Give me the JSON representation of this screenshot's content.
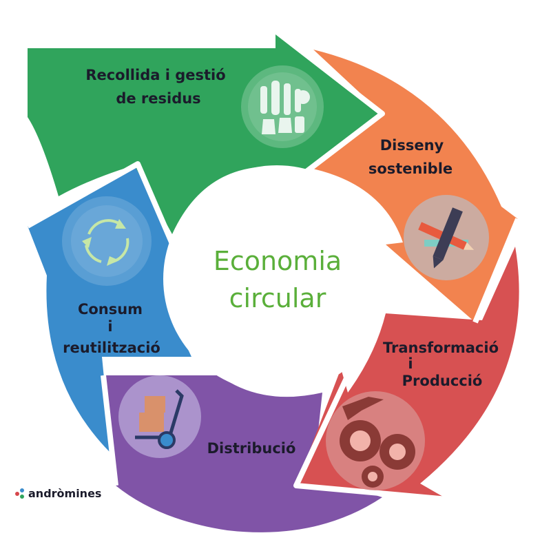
{
  "center": {
    "line1": "Economia",
    "line2": "circular",
    "color": "#5aaf3a"
  },
  "stages": [
    {
      "id": "recollida",
      "lines": [
        "Recollida i gestió",
        "de residus"
      ],
      "color": "#30a45c",
      "icon": "waste-icon"
    },
    {
      "id": "disseny",
      "lines": [
        "Disseny",
        "sostenible"
      ],
      "color": "#f2834f",
      "icon": "pencil-ruler-icon"
    },
    {
      "id": "transformacio",
      "lines": [
        "Transformació",
        "i",
        "Producció"
      ],
      "color": "#d75152",
      "icon": "gears-icon"
    },
    {
      "id": "distribucio",
      "lines": [
        "Distribució"
      ],
      "color": "#8054a7",
      "icon": "hand-truck-icon"
    },
    {
      "id": "consum",
      "lines": [
        "Consum",
        "i",
        "reutilització"
      ],
      "color": "#3a8ccc",
      "icon": "recycle-arrows-icon"
    }
  ],
  "brand": {
    "name": "andròmines",
    "colors": [
      "#d6464b",
      "#3a8ccc",
      "#30a45c"
    ]
  }
}
